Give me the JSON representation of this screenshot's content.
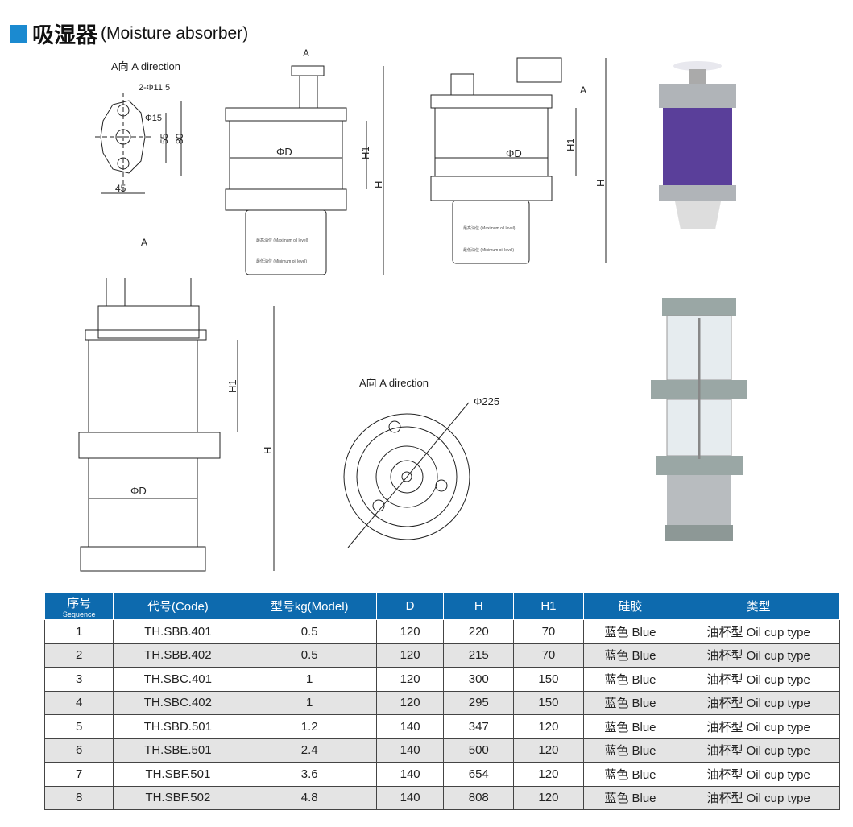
{
  "title": {
    "cn": "吸湿器",
    "en": "(Moisture absorber)"
  },
  "drawings": {
    "a_direction": "A向 A direction",
    "a_mark": "A",
    "hole_spec": "2-Φ11.5",
    "center_hole": "Φ15",
    "dim_55": "55",
    "dim_80": "80",
    "dim_45": "45",
    "phi_d": "ΦD",
    "h": "H",
    "h1": "H1",
    "phi_225": "Φ225",
    "max_oil": "最高油位 (Maximum oil level)",
    "min_oil": "最低油位 (Minimum oil level)"
  },
  "table": {
    "headers": [
      {
        "cn": "序号",
        "sub": "Sequence"
      },
      {
        "cn": "代号(Code)"
      },
      {
        "cn": "型号kg(Model)"
      },
      {
        "cn": "D"
      },
      {
        "cn": "H"
      },
      {
        "cn": "H1"
      },
      {
        "cn": "硅胶"
      },
      {
        "cn": "类型"
      }
    ],
    "rows": [
      [
        "1",
        "TH.SBB.401",
        "0.5",
        "120",
        "220",
        "70",
        "蓝色  Blue",
        "油杯型  Oil cup type"
      ],
      [
        "2",
        "TH.SBB.402",
        "0.5",
        "120",
        "215",
        "70",
        "蓝色  Blue",
        "油杯型  Oil cup type"
      ],
      [
        "3",
        "TH.SBC.401",
        "1",
        "120",
        "300",
        "150",
        "蓝色  Blue",
        "油杯型  Oil cup type"
      ],
      [
        "4",
        "TH.SBC.402",
        "1",
        "120",
        "295",
        "150",
        "蓝色  Blue",
        "油杯型  Oil cup type"
      ],
      [
        "5",
        "TH.SBD.501",
        "1.2",
        "140",
        "347",
        "120",
        "蓝色  Blue",
        "油杯型  Oil cup type"
      ],
      [
        "6",
        "TH.SBE.501",
        "2.4",
        "140",
        "500",
        "120",
        "蓝色  Blue",
        "油杯型  Oil cup type"
      ],
      [
        "7",
        "TH.SBF.501",
        "3.6",
        "140",
        "654",
        "120",
        "蓝色  Blue",
        "油杯型  Oil cup type"
      ],
      [
        "8",
        "TH.SBF.502",
        "4.8",
        "140",
        "808",
        "120",
        "蓝色  Blue",
        "油杯型  Oil cup type"
      ]
    ]
  },
  "colors": {
    "accent": "#1b8ad0",
    "header": "#0d6aae",
    "alt_row": "#e4e4e4",
    "silica": "#5a3f9a"
  }
}
